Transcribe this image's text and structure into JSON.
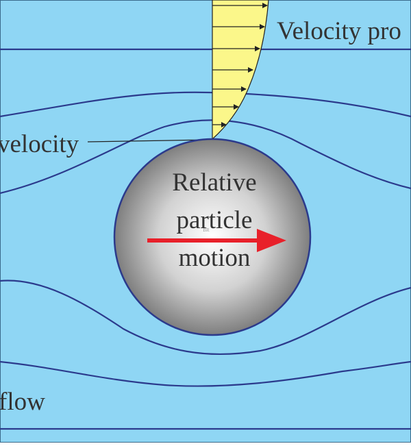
{
  "labels": {
    "velocity_profile": "Velocity pro",
    "velocity": "velocity",
    "flow": "flow",
    "particle_line1": "Relative",
    "particle_line2": "particle",
    "particle_line3": "motion",
    "watermark": "BR"
  },
  "colors": {
    "fluid": "#8fd6f4",
    "streamline": "#2b3a8c",
    "profile_fill": "#fbf78a",
    "particle_edge": "#2b3a8c",
    "arrow": "#e8202a",
    "text": "#333333"
  }
}
